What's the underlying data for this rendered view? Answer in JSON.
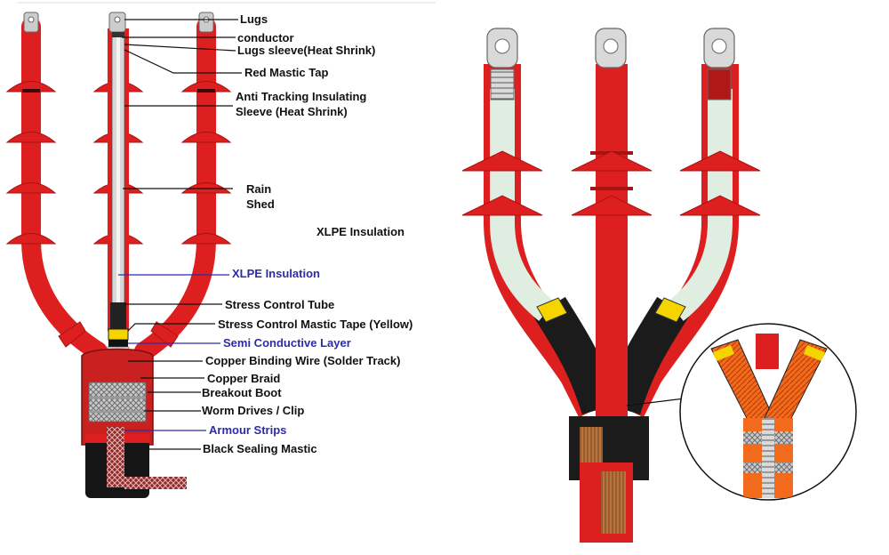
{
  "colors": {
    "red": "#dd1f1f",
    "dark_red": "#a81313",
    "label_text": "#111111",
    "blue_label": "#2c2ca8",
    "sleeve_green": "#dfeee1",
    "stress_yellow": "#f5d400",
    "black_boot": "#1b1b1b",
    "copper": "#b8743e",
    "armour_orange": "#f26a1c"
  },
  "labels": {
    "lugs": "Lugs",
    "conductor": "conductor",
    "lugs_sleeve": "Lugs sleeve(Heat Shrink)",
    "red_mastic_tap": "Red Mastic Tap",
    "anti_tracking_1": "Anti Tracking Insulating",
    "anti_tracking_2": "Sleeve (Heat Shrink)",
    "rain_1": "Rain",
    "rain_2": "Shed",
    "xlpe_black": "XLPE Insulation",
    "xlpe_blue": "XLPE Insulation",
    "stress_control_tube": "Stress Control Tube",
    "stress_control_mastic": "Stress Control Mastic Tape (Yellow)",
    "semi_conductive": "Semi Conductive Layer",
    "copper_binding": "Copper Binding Wire (Solder Track)",
    "copper_braid": "Copper Braid",
    "breakout_boot": "Breakout Boot",
    "worm_drives": "Worm Drives / Clip",
    "armour_strips": "Armour Strips",
    "black_sealing": "Black Sealing Mastic"
  },
  "icons": [
    "lug-icon",
    "rain-shed-icon",
    "magnifier-circle-icon"
  ]
}
